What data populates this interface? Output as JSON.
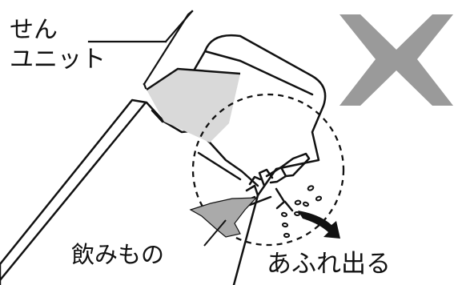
{
  "labels": {
    "seal_unit_line1": "せん",
    "seal_unit_line2": "ユニット",
    "drink": "飲みもの",
    "overflow": "あふれ出る"
  },
  "colors": {
    "cross": "#9a9a9a",
    "seal_fill": "#d9d9d9",
    "drink_fill": "#aaaaaa",
    "line": "#111111"
  },
  "icons": {
    "cross": "x-mark-icon",
    "flow": "curved-arrow-icon"
  }
}
